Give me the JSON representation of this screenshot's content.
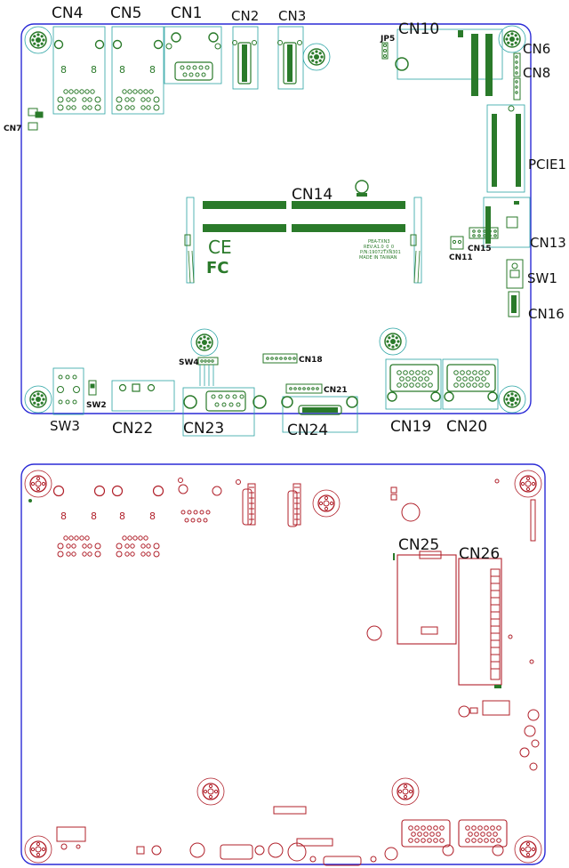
{
  "top_view": {
    "connectors": {
      "cn4": "CN4",
      "cn5": "CN5",
      "cn1": "CN1",
      "cn2": "CN2",
      "cn3": "CN3",
      "cn10": "CN10",
      "jp5": "JP5",
      "cn6": "CN6",
      "cn8": "CN8",
      "cn7": "CN7",
      "pcie1": "PCIE1",
      "cn14": "CN14",
      "cn13": "CN13",
      "cn15": "CN15",
      "cn11": "CN11",
      "sw1": "SW1",
      "cn16": "CN16",
      "sw4": "SW4",
      "cn18": "CN18",
      "cn21": "CN21",
      "sw2": "SW2",
      "sw3": "SW3",
      "cn22": "CN22",
      "cn23": "CN23",
      "cn24": "CN24",
      "cn19": "CN19",
      "cn20": "CN20"
    },
    "silkscreen": {
      "line1": "PBA-TXN3",
      "line2": "REV:A1.0_0_0",
      "line3": "P/N:19072TXN301",
      "line4": "MADE IN TAIWAN",
      "ce_mark": "CE",
      "fc_mark": "FC"
    }
  },
  "bottom_view": {
    "connectors": {
      "cn25": "CN25",
      "cn26": "CN26"
    }
  },
  "colors": {
    "board_outline": "#2a2ad6",
    "top_outline": "#2aa4a4",
    "top_footprint": "#2a7a2a",
    "bottom_footprint": "#b0202a"
  }
}
